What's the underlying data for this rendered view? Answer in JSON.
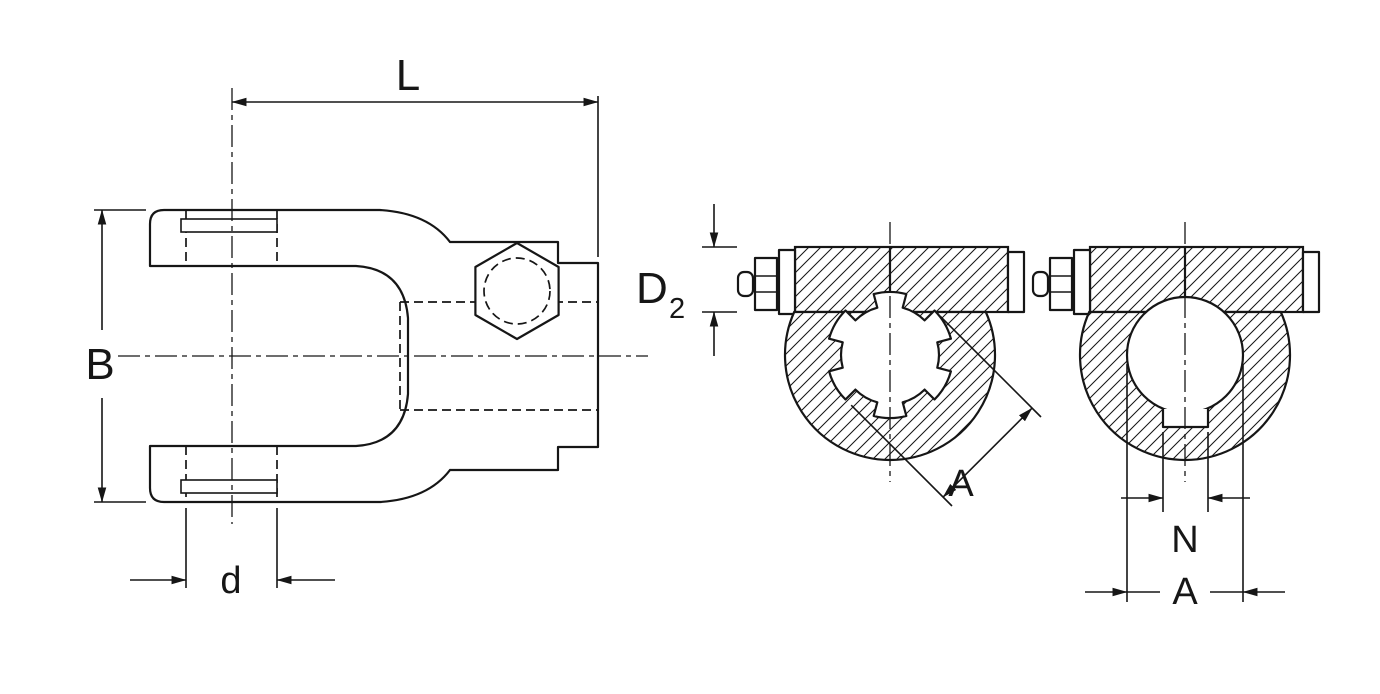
{
  "labels": {
    "L": "L",
    "B": "B",
    "d": "d",
    "D": "D",
    "D_sub": "2",
    "A_spline": "A",
    "N": "N",
    "A_bore": "A"
  },
  "colors": {
    "line": "#161616",
    "background": "#ffffff"
  }
}
